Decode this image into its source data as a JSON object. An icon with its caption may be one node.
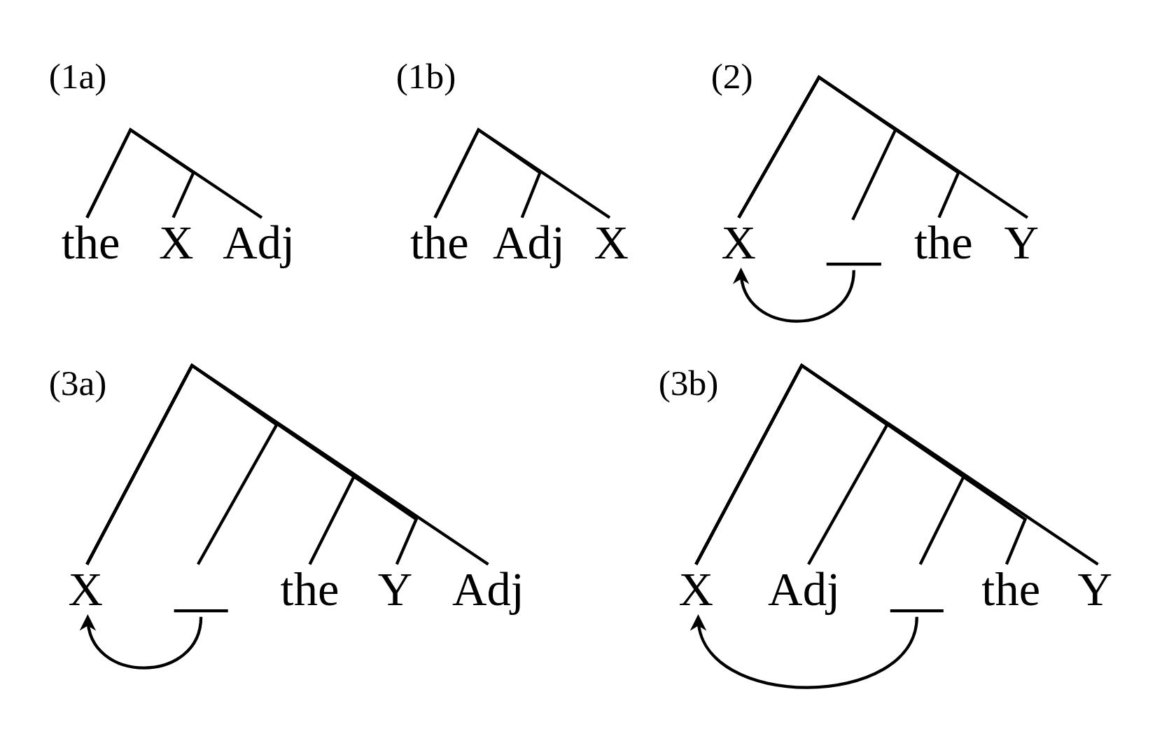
{
  "diagram": {
    "nodes": [
      {
        "text": [
          "the"
        ]
      },
      {
        "text": [
          "X"
        ]
      },
      {
        "text": [
          "Adj"
        ]
      },
      {
        "text": [
          "the"
        ]
      },
      {
        "text": [
          "Adj"
        ]
      },
      {
        "text": [
          "X"
        ]
      },
      {
        "text": [
          "X"
        ]
      },
      {
        "text": [],
        "shape": "bar"
      },
      {
        "text": [
          "the"
        ]
      },
      {
        "text": [
          "Y"
        ]
      },
      {
        "text": [
          "X"
        ]
      },
      {
        "text": [],
        "shape": "bar"
      },
      {
        "text": [
          "the"
        ]
      },
      {
        "text": [
          "Y"
        ]
      },
      {
        "text": [
          "Adj"
        ]
      },
      {
        "text": [
          "X"
        ]
      },
      {
        "text": [
          "Adj"
        ]
      },
      {
        "text": [],
        "shape": "bar"
      },
      {
        "text": [
          "the"
        ]
      },
      {
        "text": [
          "Y"
        ]
      }
    ],
    "edges": [
      {
        "from": 0,
        "to": 2,
        "arrow": "none"
      },
      {
        "from": 0,
        "to": 1,
        "arrow": "none"
      },
      {
        "from": 3,
        "to": 5,
        "arrow": "none"
      },
      {
        "from": 3,
        "to": 4,
        "arrow": "none"
      },
      {
        "from": 6,
        "to": 9,
        "arrow": "none"
      },
      {
        "from": 6,
        "to": 7,
        "arrow": "none"
      },
      {
        "from": 6,
        "to": 8,
        "arrow": "none"
      },
      {
        "from": 7,
        "to": 6,
        "arrow": "to"
      },
      {
        "from": 10,
        "to": 14,
        "arrow": "none"
      },
      {
        "from": 10,
        "to": 11,
        "arrow": "none"
      },
      {
        "from": 10,
        "to": 12,
        "arrow": "none"
      },
      {
        "from": 10,
        "to": 13,
        "arrow": "none"
      },
      {
        "from": 11,
        "to": 10,
        "arrow": "to"
      },
      {
        "from": 15,
        "to": 19,
        "arrow": "none"
      },
      {
        "from": 15,
        "to": 16,
        "arrow": "none"
      },
      {
        "from": 15,
        "to": 17,
        "arrow": "none"
      },
      {
        "from": 15,
        "to": 18,
        "arrow": "none"
      },
      {
        "from": 17,
        "to": 15,
        "arrow": "to"
      }
    ],
    "labels": [
      "(1a)",
      "(1b)",
      "(2)",
      "(3a)",
      "(3b)"
    ]
  }
}
